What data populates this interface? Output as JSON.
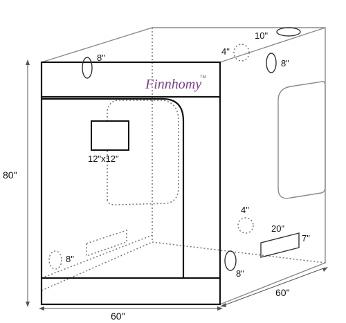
{
  "brand": {
    "name": "Finnhomy",
    "tm": "TM"
  },
  "dimensions": {
    "height": "80\"",
    "width": "60\"",
    "depth": "60\""
  },
  "ports": {
    "top_front": "8\"",
    "top_roof": "10\"",
    "roof_small": "4\"",
    "side_top": "8\"",
    "front_window": "12\"x12\"",
    "side_lower_small": "4\"",
    "side_vent_w": "20\"",
    "side_vent_h": "7\"",
    "side_bottom": "8\"",
    "front_bottom": "8\""
  },
  "colors": {
    "brand": "#7a3c8f",
    "frame": "#111111",
    "edges": "#8a8a8a"
  }
}
